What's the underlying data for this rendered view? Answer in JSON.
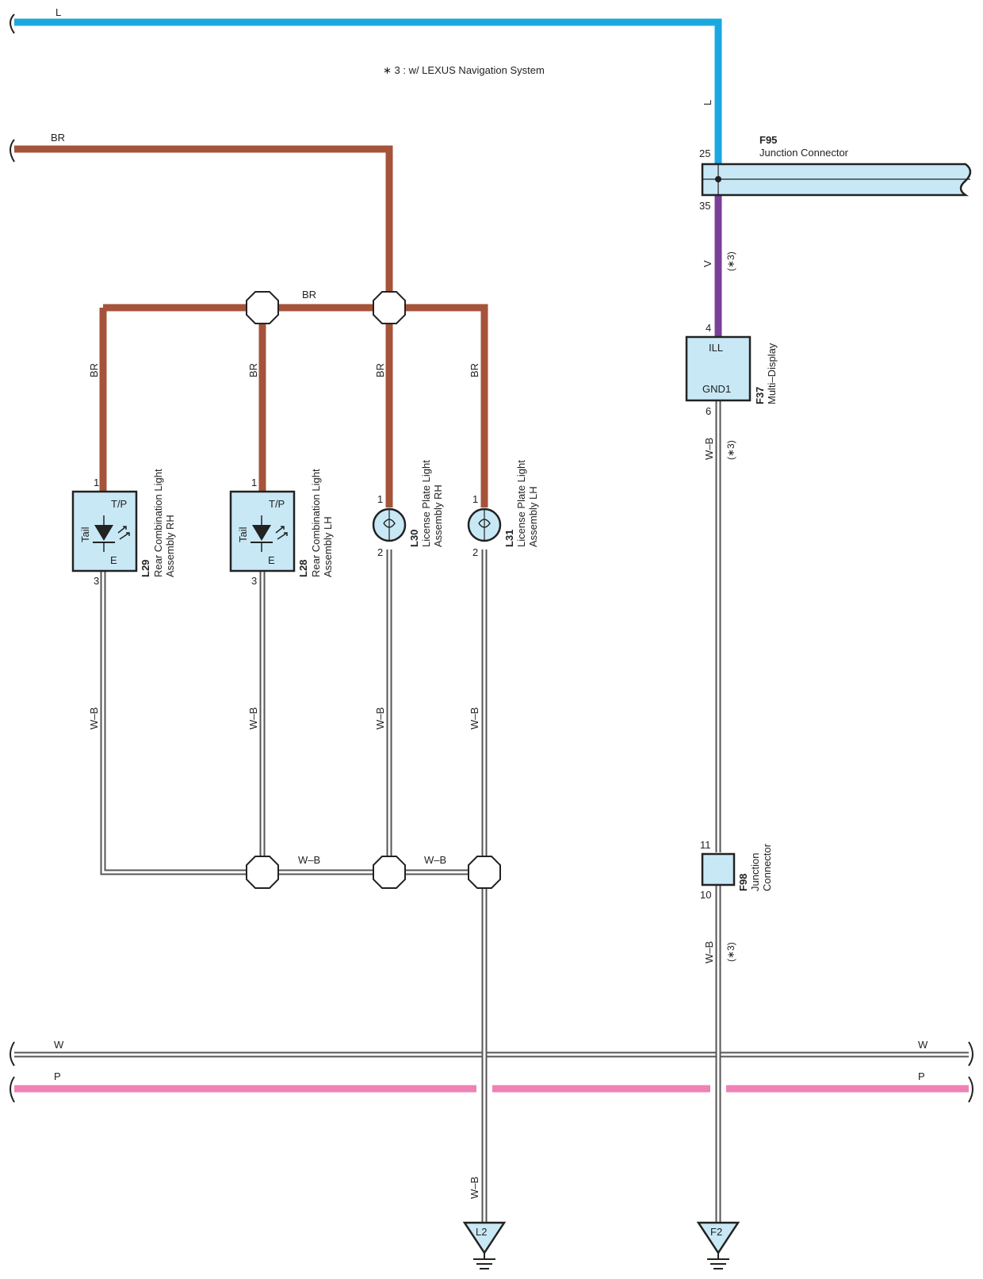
{
  "note": "∗ 3 : w/ LEXUS Navigation System",
  "colors": {
    "blue_wire": "#1ba8e0",
    "brown_wire": "#a5533a",
    "violet_wire": "#7b3f98",
    "pink_wire": "#ee82b4",
    "white_wire": "#bdbdbd",
    "component_fill": "#c8e8f6",
    "outline": "#222222"
  },
  "wires": {
    "blue": "L",
    "brown": "BR",
    "violet": "V",
    "wb": "W–B",
    "w": "W",
    "p": "P",
    "cond": "(∗3)"
  },
  "components": {
    "f95": {
      "code": "F95",
      "name": "Junction Connector",
      "pin_top": "25",
      "pin_bottom": "35"
    },
    "f37": {
      "code": "F37",
      "name": "Multi–Display",
      "pin_ill": "4",
      "pin_gnd": "6",
      "ill": "ILL",
      "gnd": "GND1"
    },
    "f98": {
      "code": "F98",
      "name_1": "Junction",
      "name_2": "Connector",
      "pin_top": "11",
      "pin_bottom": "10"
    },
    "l29": {
      "code": "L29",
      "name_1": "Rear Combination Light",
      "name_2": "Assembly RH",
      "pin_1": "1",
      "pin_3": "3",
      "tp": "T/P",
      "tail": "Tail",
      "e": "E"
    },
    "l28": {
      "code": "L28",
      "name_1": "Rear Combination Light",
      "name_2": "Assembly LH",
      "pin_1": "1",
      "pin_3": "3",
      "tp": "T/P",
      "tail": "Tail",
      "e": "E"
    },
    "l30": {
      "code": "L30",
      "name_1": "License Plate Light",
      "name_2": "Assembly RH",
      "pin_1": "1",
      "pin_2": "2"
    },
    "l31": {
      "code": "L31",
      "name_1": "License Plate Light",
      "name_2": "Assembly LH",
      "pin_1": "1",
      "pin_2": "2"
    },
    "ground_l2": "L2",
    "ground_f2": "F2"
  }
}
